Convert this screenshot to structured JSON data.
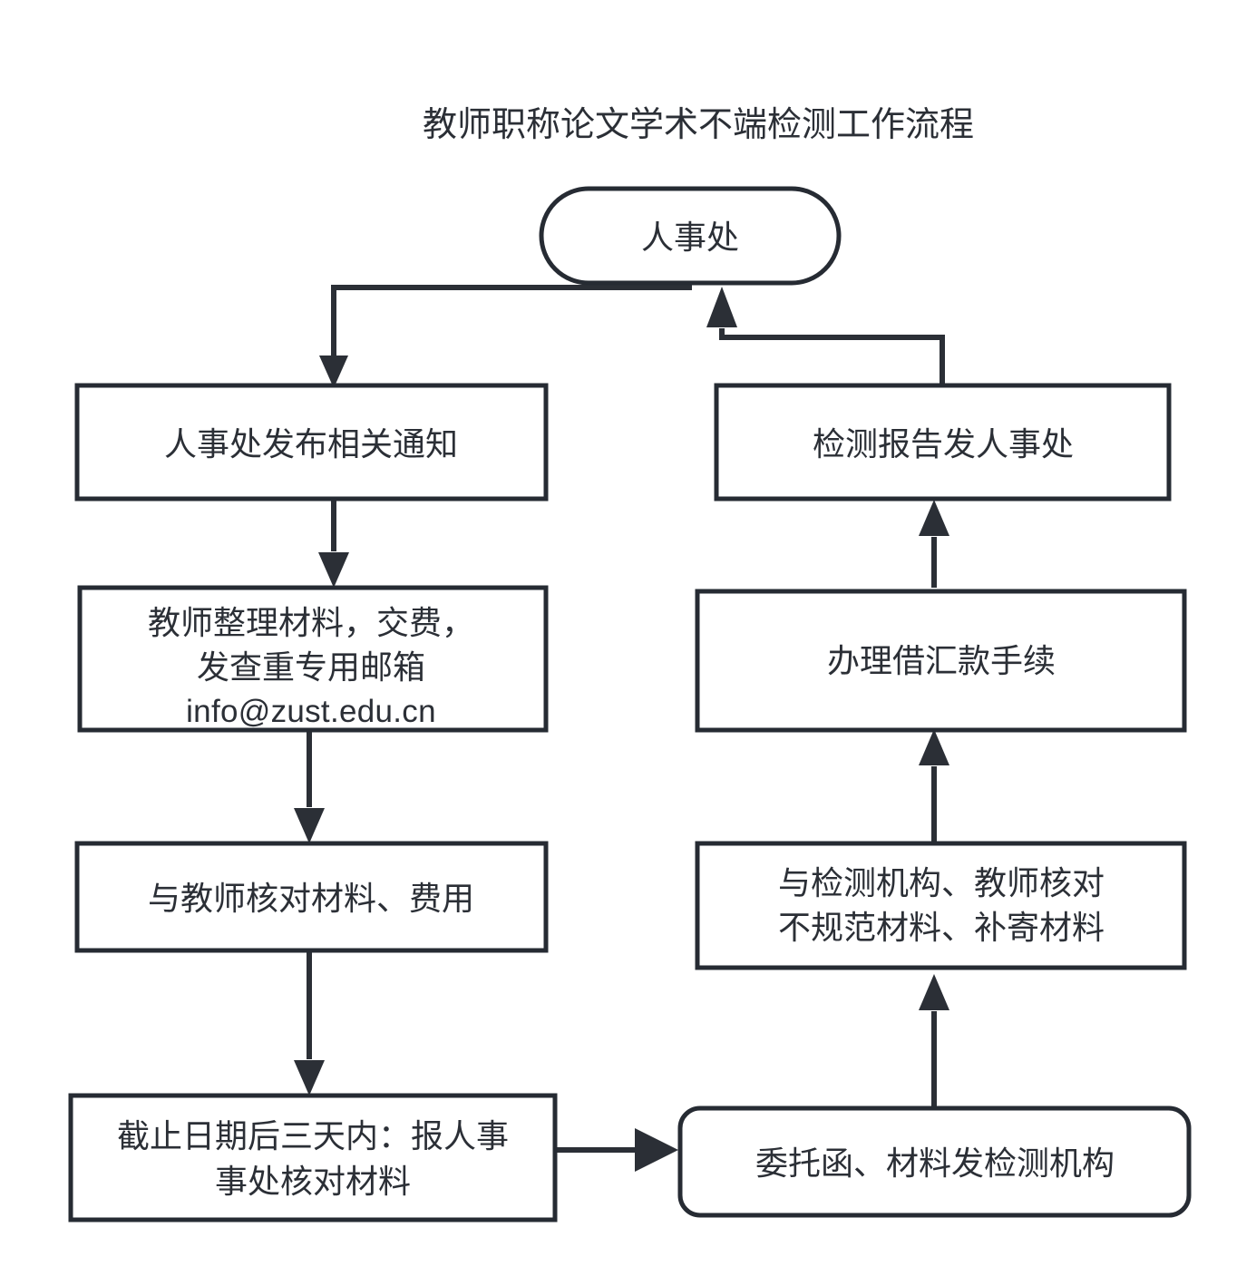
{
  "title": "教师职称论文学术不端检测工作流程",
  "diagram": {
    "type": "flowchart",
    "orientation": "two-column-loop",
    "colors": {
      "stroke": "#262b33",
      "text": "#2b2f36",
      "background": "#ffffff"
    },
    "nodes": [
      {
        "id": "start",
        "shape": "stadium",
        "lines": [
          "人事处"
        ]
      },
      {
        "id": "notice",
        "shape": "rectangle",
        "lines": [
          "人事处发布相关通知"
        ]
      },
      {
        "id": "teacher-materials",
        "shape": "rectangle",
        "lines": [
          "教师整理材料，交费，",
          "发查重专用邮箱",
          "info@zust.edu.cn"
        ]
      },
      {
        "id": "check-with-teacher",
        "shape": "rectangle",
        "lines": [
          "与教师核对材料、费用"
        ]
      },
      {
        "id": "deadline-report",
        "shape": "rectangle",
        "lines": [
          "截止日期后三天内：报人事",
          "事处核对材料"
        ]
      },
      {
        "id": "send-to-agency",
        "shape": "rounded-rectangle",
        "lines": [
          "委托函、材料发检测机构"
        ]
      },
      {
        "id": "verify-nonstandard",
        "shape": "rectangle",
        "lines": [
          "与检测机构、教师核对",
          "不规范材料、补寄材料"
        ]
      },
      {
        "id": "payment-procedure",
        "shape": "rectangle",
        "lines": [
          "办理借汇款手续"
        ]
      },
      {
        "id": "report-to-hr",
        "shape": "rectangle",
        "lines": [
          "检测报告发人事处"
        ]
      }
    ],
    "edges": [
      {
        "from": "start",
        "to": "notice",
        "label": ""
      },
      {
        "from": "notice",
        "to": "teacher-materials",
        "label": ""
      },
      {
        "from": "teacher-materials",
        "to": "check-with-teacher",
        "label": ""
      },
      {
        "from": "check-with-teacher",
        "to": "deadline-report",
        "label": ""
      },
      {
        "from": "deadline-report",
        "to": "send-to-agency",
        "label": ""
      },
      {
        "from": "send-to-agency",
        "to": "verify-nonstandard",
        "label": ""
      },
      {
        "from": "verify-nonstandard",
        "to": "payment-procedure",
        "label": ""
      },
      {
        "from": "payment-procedure",
        "to": "report-to-hr",
        "label": ""
      },
      {
        "from": "report-to-hr",
        "to": "start",
        "label": ""
      }
    ]
  }
}
